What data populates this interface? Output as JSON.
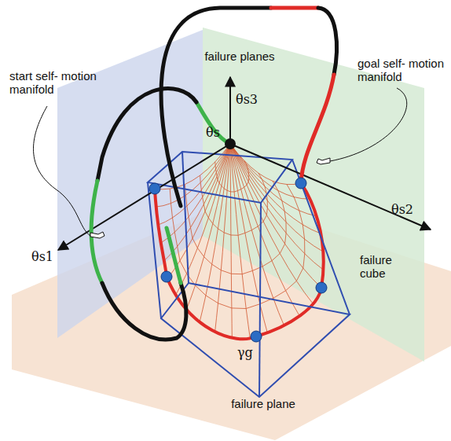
{
  "diagram": {
    "labels": [
      "failure planes",
      "start self- motion manifold",
      "goal self- motion manifold",
      "θs3",
      "θs",
      "θs2",
      "θs1",
      "failure cube",
      "γg",
      "failure plane"
    ]
  }
}
